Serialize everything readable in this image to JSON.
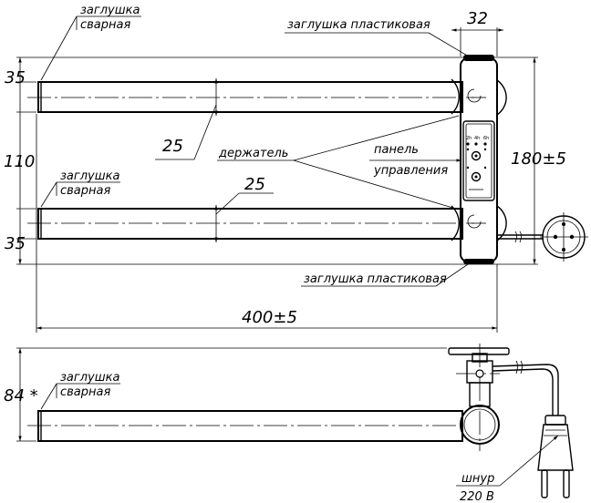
{
  "labels": {
    "zaglushka_svarnaya_line1": "заглушка",
    "zaglushka_svarnaya_line2": "сварная",
    "zaglushka_plastik_top": "заглушка пластиковая",
    "zaglushka_plastik_bottom": "заглушка пластиковая",
    "derzhatel": "держатель",
    "panel_line1": "панель",
    "panel_line2": "управления",
    "shnur_line1": "шнур",
    "shnur_line2": "220 В"
  },
  "panel_marks": [
    "2h",
    "4h",
    "6h"
  ],
  "dimensions": {
    "d_32": "32",
    "d_35_top": "35",
    "d_110": "110",
    "d_35_bottom": "35",
    "d_180": "180±5",
    "d_25_left": "25",
    "d_25_right": "25",
    "d_400": "400±5",
    "d_84": "84 *"
  }
}
